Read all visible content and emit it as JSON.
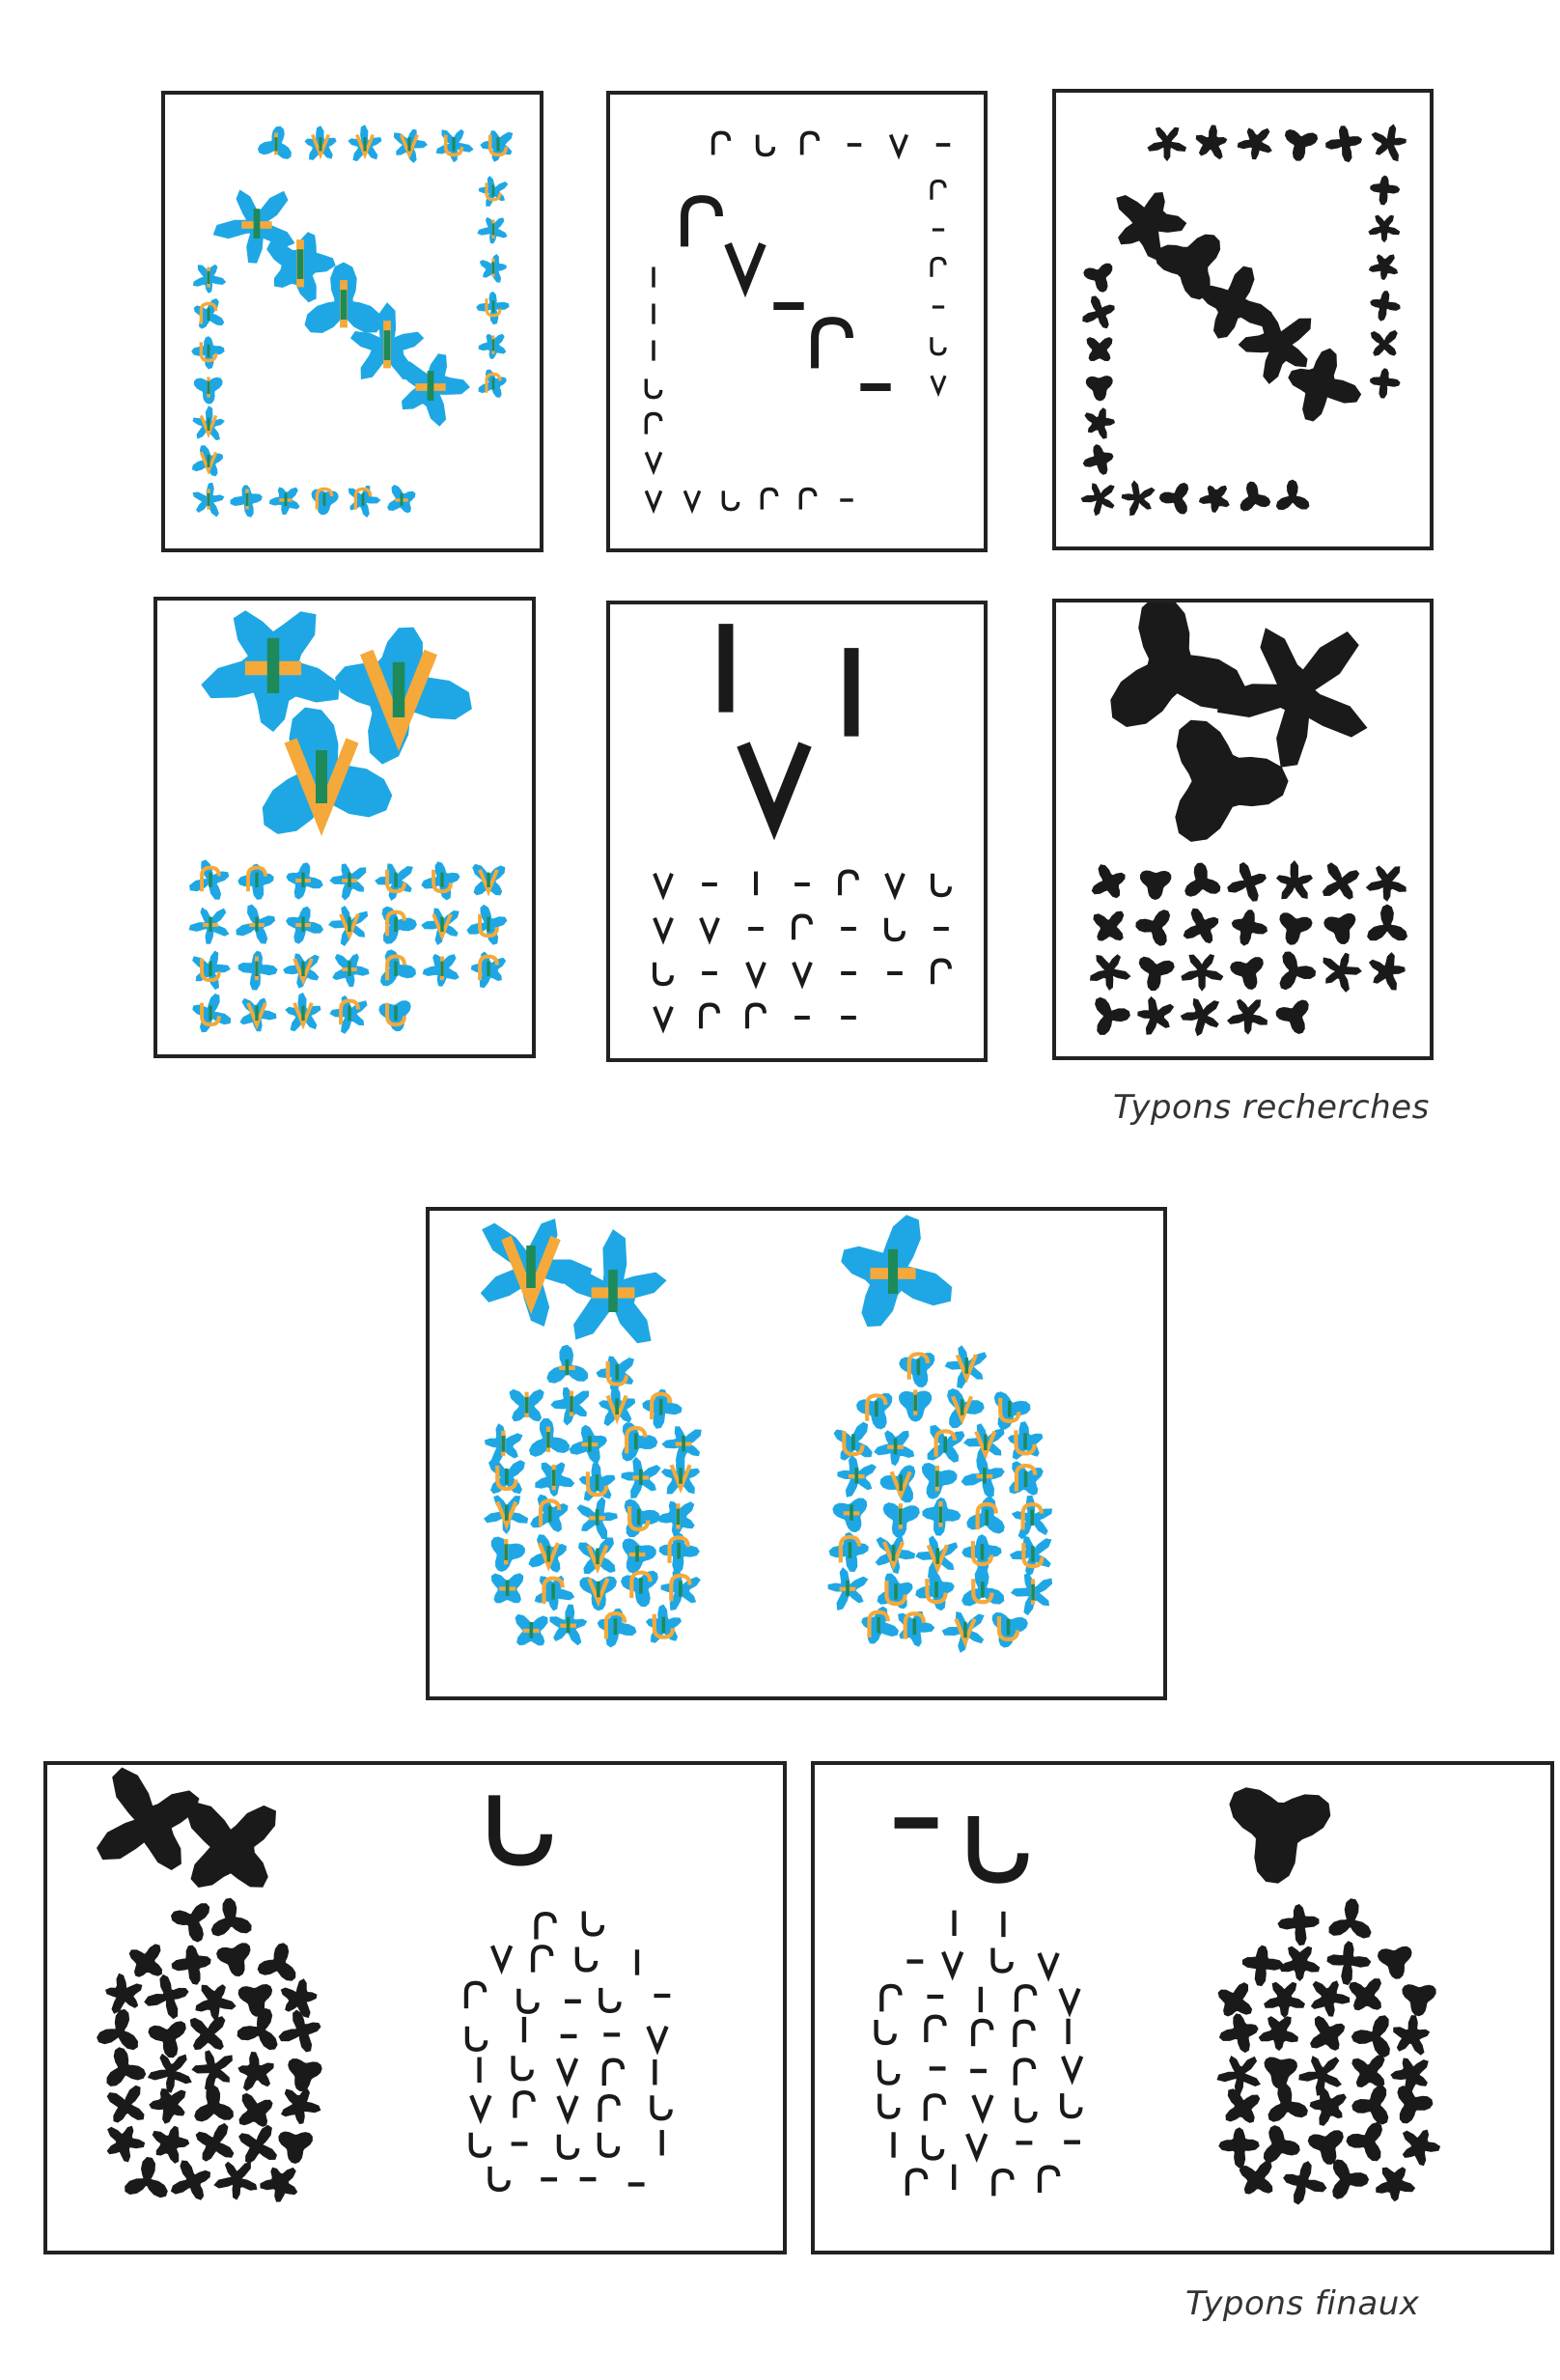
{
  "captions": {
    "research": "Typons recherches",
    "final": "Typons finaux"
  },
  "colors": {
    "blue": "#1ea7e4",
    "orange": "#f4a93a",
    "green": "#1e8a5a",
    "black": "#1a1a1a",
    "frame": "#222222"
  },
  "panels": {
    "research": [
      {
        "id": "r1",
        "style": "color",
        "layout": "diagonal"
      },
      {
        "id": "r2",
        "style": "line",
        "layout": "diagonal"
      },
      {
        "id": "r3",
        "style": "blob",
        "layout": "diagonal"
      },
      {
        "id": "r4",
        "style": "color",
        "layout": "alphabet-grid"
      },
      {
        "id": "r5",
        "style": "line",
        "layout": "alphabet-grid"
      },
      {
        "id": "r6",
        "style": "blob",
        "layout": "alphabet-grid"
      }
    ],
    "final": [
      {
        "id": "f1",
        "style": "color",
        "layout": "pair-cloud"
      },
      {
        "id": "f2",
        "style": "blob-and-line",
        "layout": "pair-cloud"
      },
      {
        "id": "f3",
        "style": "line-and-blob",
        "layout": "pair-cloud"
      }
    ]
  }
}
